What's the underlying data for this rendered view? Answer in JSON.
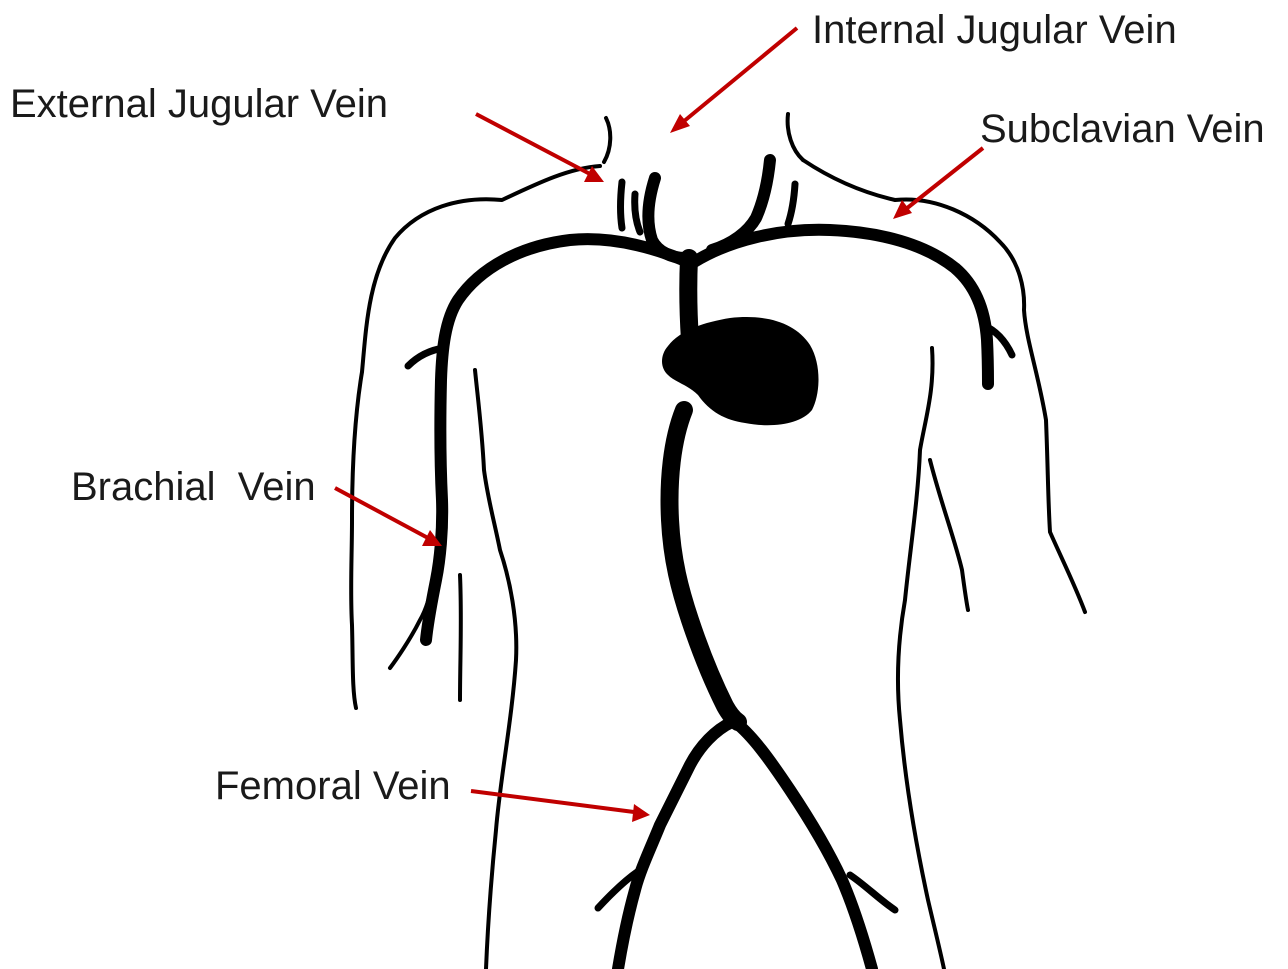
{
  "labels": {
    "external_jugular": "External Jugular Vein",
    "internal_jugular": "Internal Jugular Vein",
    "subclavian": "Subclavian Vein",
    "brachial": "Brachial  Vein",
    "femoral": "Femoral Vein"
  },
  "colors": {
    "arrow": "#c00000",
    "vein": "#000000",
    "text": "#1a1a1a",
    "background": "#ffffff"
  }
}
